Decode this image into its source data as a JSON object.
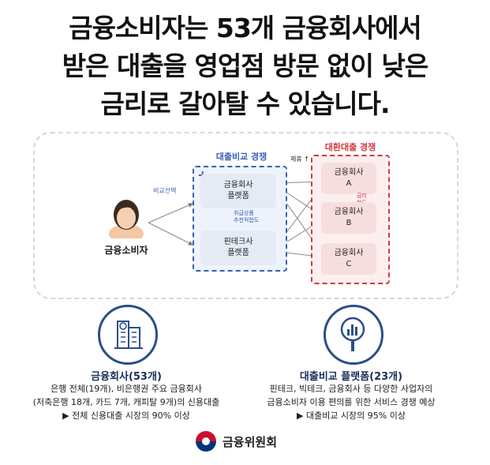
{
  "headline": {
    "line1": "금융소비자는 53개 금융회사에서",
    "line2": "받은 대출을 영업점 방문 없이 낮은",
    "line3": "금리로 갈아탈 수 있습니다."
  },
  "diagram": {
    "consumer_label": "금융소비자",
    "compare_select": "비교선택",
    "blue_title": "대출비교 경쟁",
    "platform_a_line1": "금융회사",
    "platform_a_line2": "플랫폼",
    "platform_b_line1": "핀테크사",
    "platform_b_line2": "플랫폼",
    "between_note_line1": "취급상품",
    "between_note_line2": "추천적합도",
    "partner_label": "제휴 ↑",
    "red_title": "대환대출 경쟁",
    "company_a_line1": "금융회사",
    "company_a_line2": "A",
    "company_b_line1": "금융회사",
    "company_b_line2": "B",
    "company_c_line1": "금융회사",
    "company_c_line2": "C",
    "rate_limit_line1": "금리",
    "rate_limit_line2": "한도"
  },
  "info_left": {
    "title": "금융회사(53개)",
    "line1": "은행 전체(19개), 비은행권 주요 금융회사",
    "line2": "(저축은행 18개, 카드 7개, 캐피탈 9개)의 신용대출",
    "line3": "▶ 전체 신용대출 시장의 90% 이상"
  },
  "info_right": {
    "title": "대출비교 플랫폼(23개)",
    "line1": "핀테크, 빅테크, 금융회사 등 다양한 사업자의",
    "line2": "금융소비자 이용 편의를 위한 서비스 경쟁 예상",
    "line3": "▶ 대출비교 시장의 95% 이상"
  },
  "footer": {
    "org_name": "금융위원회"
  },
  "colors": {
    "blue": "#3b5fb8",
    "red": "#d6383a",
    "navy": "#2c4e86"
  }
}
